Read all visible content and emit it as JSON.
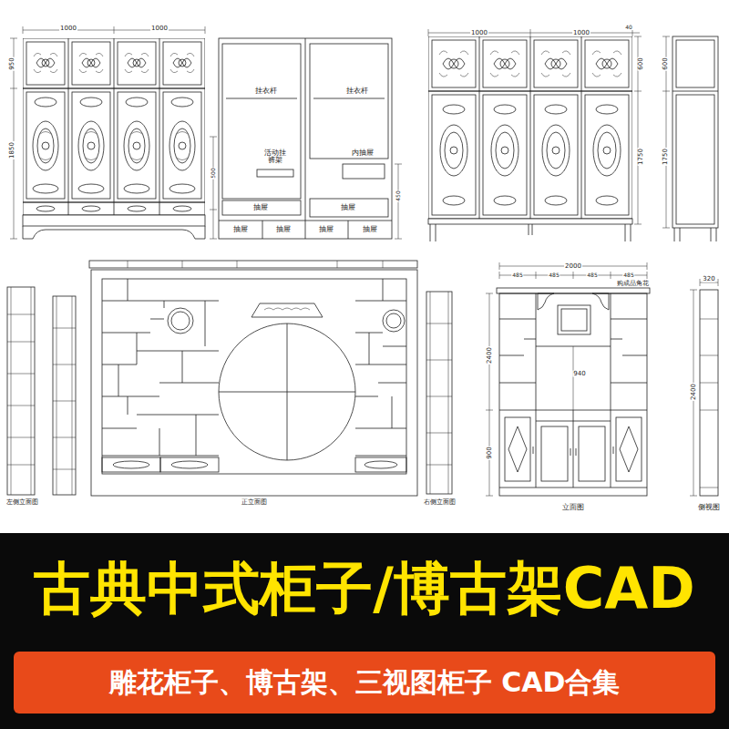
{
  "diagram": {
    "nodes": [
      {
        "text": [
          "古典中式柜子/博古架CAD"
        ]
      },
      {
        "text": [
          "雕花柜子、博古架、三视图柜子 CAD合集"
        ],
        "in": 0
      }
    ],
    "labels": [
      "1000",
      "1000",
      "950",
      "1850",
      "挂衣杆",
      "挂衣杆",
      "活动挂裤架",
      "内抽屉",
      "抽屉",
      "抽屉",
      "抽屉",
      "抽屉",
      "抽屉",
      "抽屉",
      "500",
      "450",
      "1000",
      "1000",
      "40",
      "600",
      "1750",
      "600",
      "1750",
      "左侧立面图",
      "正立面图",
      "右侧立面图",
      "2000",
      "485",
      "485",
      "485",
      "485",
      "购成品角花",
      "2400",
      "900",
      "940",
      "立面图",
      "320",
      "2400",
      "侧视图"
    ]
  }
}
